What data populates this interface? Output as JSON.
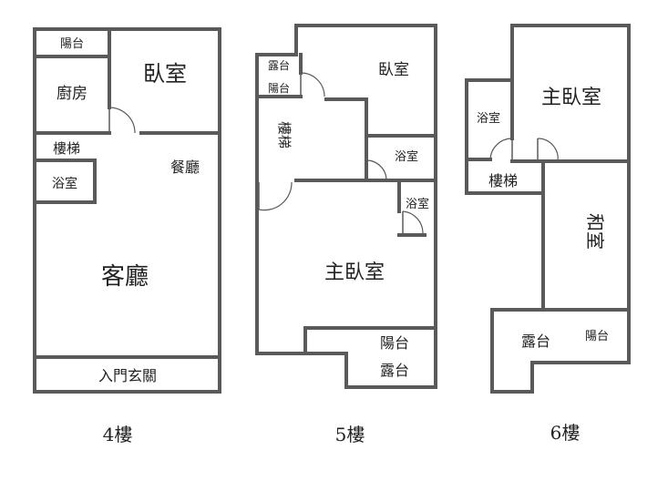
{
  "floor4": {
    "title": "4樓",
    "rooms": {
      "balcony": "陽台",
      "kitchen": "廚房",
      "bedroom": "臥室",
      "stairs": "樓梯",
      "dining": "餐廳",
      "bath": "浴室",
      "living": "客廳",
      "entrance": "入門玄關"
    }
  },
  "floor5": {
    "title": "5樓",
    "rooms": {
      "terrace": "露台",
      "balcony": "陽台",
      "bedroom": "臥室",
      "stairs": "樓梯",
      "bath1": "浴室",
      "bath2": "浴室",
      "master": "主臥室",
      "balcony_bottom": "陽台",
      "terrace_bottom": "露台"
    }
  },
  "floor6": {
    "title": "6樓",
    "rooms": {
      "master": "主臥室",
      "bath": "浴室",
      "stairs": "樓梯",
      "japanese_room": "和室",
      "terrace": "露台",
      "balcony": "陽台"
    }
  }
}
